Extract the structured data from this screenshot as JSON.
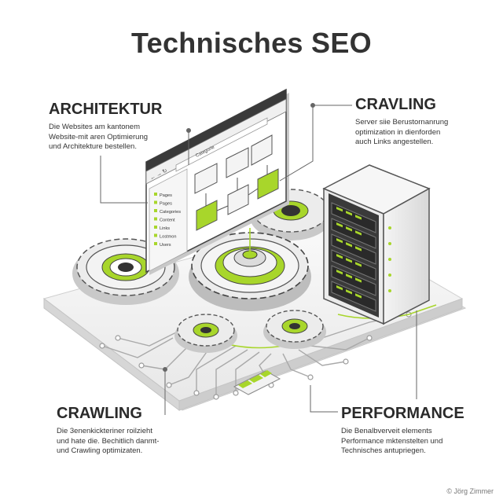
{
  "title": "Technisches SEO",
  "callouts": {
    "architektur": {
      "heading": "ARCHITEKTUR",
      "lines": [
        "Die Websites am kantonem",
        "Website-mit aren Optimierung",
        "und Architekture bestellen."
      ]
    },
    "cravling": {
      "heading": "CRAVLING",
      "lines": [
        "Server siie Berustornanrung",
        "optimization in dienforden",
        "auch Links angestellen."
      ]
    },
    "crawling": {
      "heading": "CRAWLING",
      "lines": [
        "Die 3enenkickteriner roilzieht",
        "und hate die. Bechitlich danmt-",
        "und Crawling optimizaten."
      ]
    },
    "performance": {
      "heading": "PERFORMANCE",
      "lines": [
        "Die Benalbverveit elements",
        "Performance mktenstelten und",
        "Technisches antupriegen."
      ]
    }
  },
  "browser": {
    "address_text": "Categorie",
    "sidebar_items": [
      "Pages",
      "Pages",
      "Categories",
      "Content",
      "Links",
      "Lostmon",
      "Users"
    ]
  },
  "copyright": "© Jörg Zimmer",
  "colors": {
    "accent": "#a8d62b",
    "dark": "#333333",
    "gear": "#e6e6e6"
  }
}
